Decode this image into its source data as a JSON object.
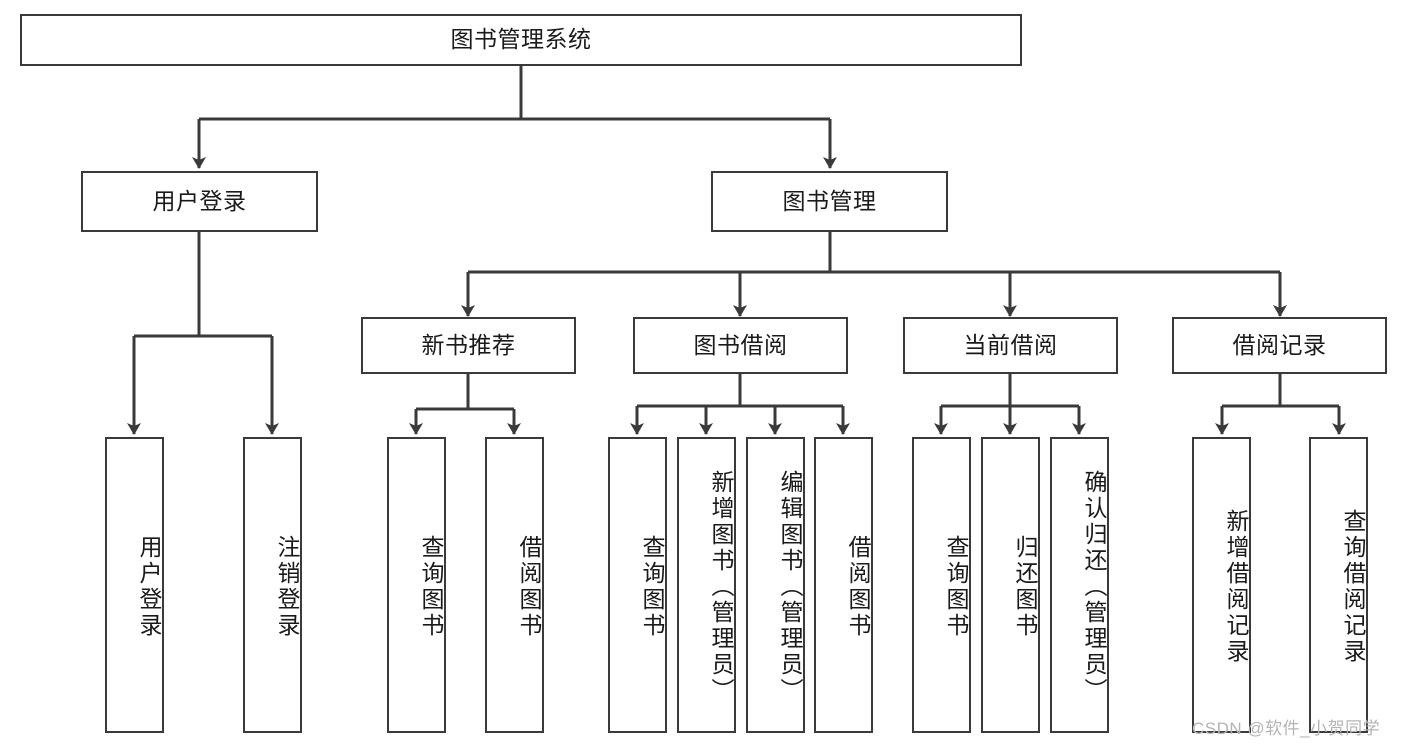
{
  "diagram": {
    "type": "tree-hierarchy-chart",
    "title": "图书管理系统",
    "orientation": "top-down",
    "line_color": "#3a3a3a",
    "box_fill": "#ffffff",
    "text_color": "#1a1a1a",
    "root": {
      "id": "root",
      "label": "图书管理系统"
    },
    "level2": [
      {
        "id": "user-login",
        "label": "用户登录"
      },
      {
        "id": "book-manage",
        "label": "图书管理"
      }
    ],
    "level3": [
      {
        "id": "new-book-rec",
        "label": "新书推荐",
        "parent": "book-manage"
      },
      {
        "id": "book-borrow",
        "label": "图书借阅",
        "parent": "book-manage"
      },
      {
        "id": "current-borrow",
        "label": "当前借阅",
        "parent": "book-manage"
      },
      {
        "id": "borrow-record",
        "label": "借阅记录",
        "parent": "book-manage"
      }
    ],
    "leaves": [
      {
        "id": "leaf-user-login",
        "label": "用户登录",
        "parent": "user-login"
      },
      {
        "id": "leaf-user-logout",
        "label": "注销登录",
        "parent": "user-login"
      },
      {
        "id": "leaf-query-book-1",
        "label": "查询图书",
        "parent": "new-book-rec"
      },
      {
        "id": "leaf-borrow-book-1",
        "label": "借阅图书",
        "parent": "new-book-rec"
      },
      {
        "id": "leaf-query-book-2",
        "label": "查询图书",
        "parent": "book-borrow"
      },
      {
        "id": "leaf-add-book",
        "label": "新增图书（管理员）",
        "parent": "book-borrow"
      },
      {
        "id": "leaf-edit-book",
        "label": "编辑图书（管理员）",
        "parent": "book-borrow"
      },
      {
        "id": "leaf-borrow-book-2",
        "label": "借阅图书",
        "parent": "book-borrow"
      },
      {
        "id": "leaf-query-book-3",
        "label": "查询图书",
        "parent": "current-borrow"
      },
      {
        "id": "leaf-return-book",
        "label": "归还图书",
        "parent": "current-borrow"
      },
      {
        "id": "leaf-confirm-return",
        "label": "确认归还（管理员）",
        "parent": "current-borrow"
      },
      {
        "id": "leaf-add-record",
        "label": "新增借阅记录",
        "parent": "borrow-record"
      },
      {
        "id": "leaf-query-record",
        "label": "查询借阅记录",
        "parent": "borrow-record"
      }
    ]
  },
  "watermark": {
    "text": "CSDN @软件_小贺同学"
  }
}
